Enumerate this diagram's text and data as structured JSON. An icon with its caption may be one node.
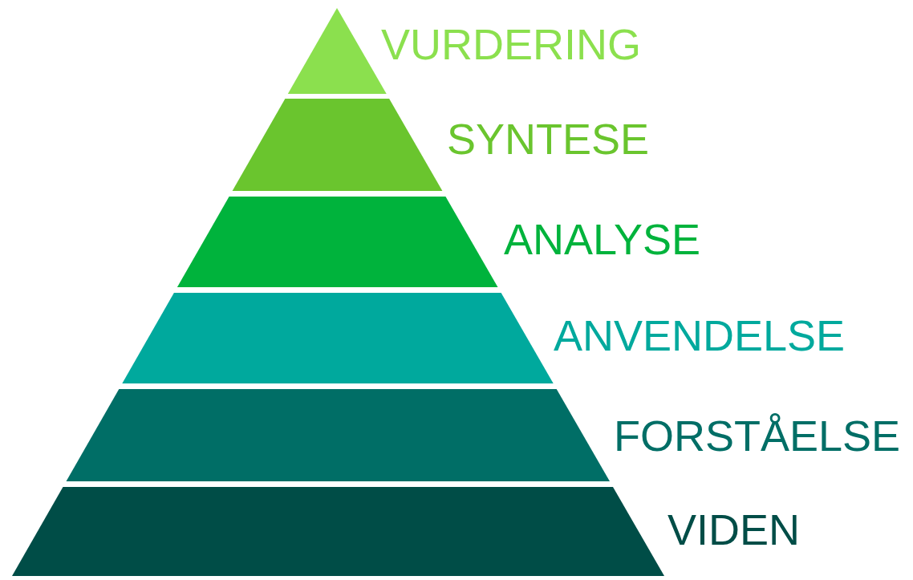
{
  "diagram": {
    "nodes": [
      {
        "text": [
          "VURDERING"
        ]
      },
      {
        "text": [
          "SYNTESE"
        ]
      },
      {
        "text": [
          "ANALYSE"
        ]
      },
      {
        "text": [
          "ANVENDELSE"
        ]
      },
      {
        "text": [
          "FORSTÅELSE"
        ]
      },
      {
        "text": [
          "VIDEN"
        ]
      }
    ]
  }
}
